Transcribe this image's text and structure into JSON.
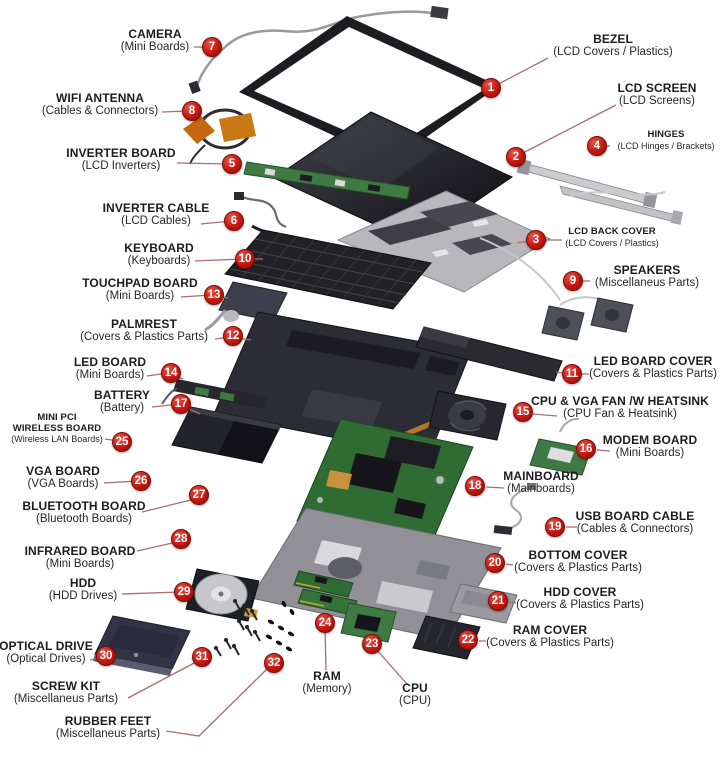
{
  "colors": {
    "badge_red": "#c4160e",
    "leader_line": "#a96e6e"
  },
  "parts": [
    {
      "num": "1",
      "title": "BEZEL",
      "category": "(LCD Covers / Plastics)"
    },
    {
      "num": "2",
      "title": "LCD SCREEN",
      "category": "(LCD Screens)"
    },
    {
      "num": "3",
      "title": "LCD BACK COVER",
      "category": "(LCD Covers / Plastics)"
    },
    {
      "num": "4",
      "title": "HINGES",
      "category": "(LCD Hinges / Brackets)"
    },
    {
      "num": "5",
      "title": "INVERTER BOARD",
      "category": "(LCD Inverters)"
    },
    {
      "num": "6",
      "title": "INVERTER CABLE",
      "category": "(LCD Cables)"
    },
    {
      "num": "7",
      "title": "CAMERA",
      "category": "(Mini Boards)"
    },
    {
      "num": "8",
      "title": "WIFI ANTENNA",
      "category": "(Cables & Connectors)"
    },
    {
      "num": "9",
      "title": "SPEAKERS",
      "category": "(Miscellaneus Parts)"
    },
    {
      "num": "10",
      "title": "KEYBOARD",
      "category": "(Keyboards)"
    },
    {
      "num": "11",
      "title": "LED BOARD COVER",
      "category": "(Covers & Plastics Parts)"
    },
    {
      "num": "12",
      "title": "PALMREST",
      "category": "(Covers & Plastics Parts)"
    },
    {
      "num": "13",
      "title": "TOUCHPAD BOARD",
      "category": "(Mini Boards)"
    },
    {
      "num": "14",
      "title": "LED BOARD",
      "category": "(Mini Boards)"
    },
    {
      "num": "15",
      "title": "CPU & VGA FAN /W HEATSINK",
      "category": "(CPU Fan & Heatsink)"
    },
    {
      "num": "16",
      "title": "MODEM BOARD",
      "category": "(Mini Boards)"
    },
    {
      "num": "17",
      "title": "BATTERY",
      "category": "(Battery)"
    },
    {
      "num": "18",
      "title": "MAINBOARD",
      "category": "(Mainboards)"
    },
    {
      "num": "19",
      "title": "USB BOARD CABLE",
      "category": "(Cables & Connectors)"
    },
    {
      "num": "20",
      "title": "BOTTOM COVER",
      "category": "(Covers & Plastics Parts)"
    },
    {
      "num": "21",
      "title": "HDD COVER",
      "category": "(Covers & Plastics Parts)"
    },
    {
      "num": "22",
      "title": "RAM COVER",
      "category": "(Covers & Plastics Parts)"
    },
    {
      "num": "23",
      "title": "CPU",
      "category": "(CPU)"
    },
    {
      "num": "24",
      "title": "RAM",
      "category": "(Memory)"
    },
    {
      "num": "25",
      "title": "MINI PCI\nWIRELESS BOARD",
      "category": "(Wireless LAN Boards)"
    },
    {
      "num": "26",
      "title": "VGA BOARD",
      "category": "(VGA Boards)"
    },
    {
      "num": "27",
      "title": "BLUETOOTH BOARD",
      "category": "(Bluetooth Boards)"
    },
    {
      "num": "28",
      "title": "INFRARED BOARD",
      "category": "(Mini Boards)"
    },
    {
      "num": "29",
      "title": "HDD",
      "category": "(HDD Drives)"
    },
    {
      "num": "30",
      "title": "OPTICAL DRIVE",
      "category": "(Optical Drives)"
    },
    {
      "num": "31",
      "title": "SCREW KIT",
      "category": "(Miscellaneus Parts)"
    },
    {
      "num": "32",
      "title": "RUBBER FEET",
      "category": "(Miscellaneus Parts)"
    }
  ]
}
